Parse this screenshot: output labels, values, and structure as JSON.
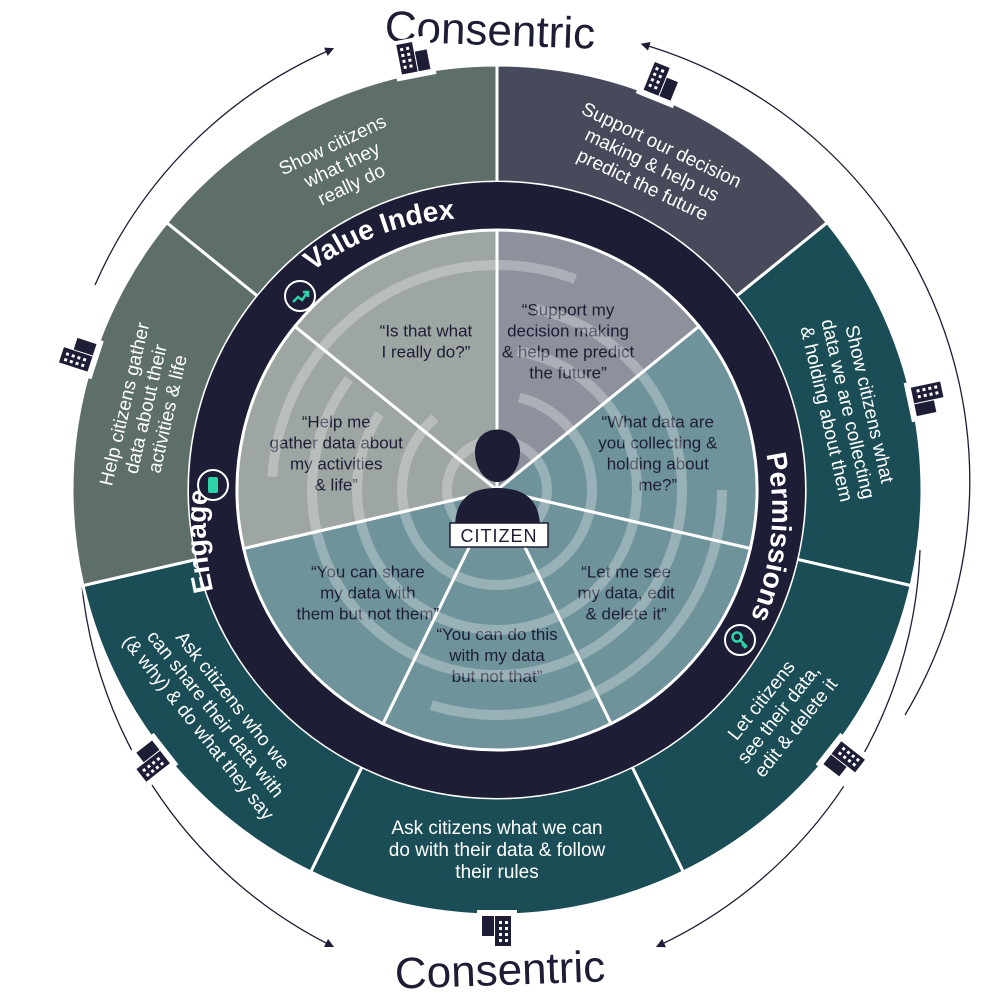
{
  "title_top": "Consentric",
  "title_bottom": "Consentric",
  "center_label": "CITIZEN",
  "ring_labels": {
    "value_index": "Value Index",
    "permissions": "Permissions",
    "engage": "Engage"
  },
  "outer_segments": [
    {
      "id": "support",
      "lines": [
        "Support our decision",
        "making & help us",
        "predict the future"
      ],
      "color": "#474a5a"
    },
    {
      "id": "show-data",
      "lines": [
        "Show citizens what",
        "data we are collecting",
        "& holding about them"
      ],
      "color": "#1b4d57"
    },
    {
      "id": "let-see",
      "lines": [
        "Let citizens",
        "see their data,",
        "edit & delete it"
      ],
      "color": "#1b4d57"
    },
    {
      "id": "ask-what",
      "lines": [
        "Ask citizens what we can",
        "do with their data & follow",
        "their rules"
      ],
      "color": "#1b4d57"
    },
    {
      "id": "ask-who",
      "lines": [
        "Ask citizens who we",
        "can share their data with",
        "(& why) & do what they say"
      ],
      "color": "#1b4d57"
    },
    {
      "id": "help-gather",
      "lines": [
        "Help citizens gather",
        "data about their",
        "activities & life"
      ],
      "color": "#5e6e69"
    },
    {
      "id": "show-do",
      "lines": [
        "Show citizens",
        "what they",
        "really do"
      ],
      "color": "#5e6e69"
    }
  ],
  "inner_segments": [
    {
      "id": "q-support",
      "lines": [
        "“Support my",
        "decision making",
        "& help me predict",
        "the future”"
      ],
      "color": "#8d919c"
    },
    {
      "id": "q-what-data",
      "lines": [
        "“What data are",
        "you collecting &",
        "holding about",
        "me?”"
      ],
      "color": "#6f939a"
    },
    {
      "id": "q-let-me",
      "lines": [
        "“Let me see",
        "my data, edit",
        "& delete it”"
      ],
      "color": "#6f939a"
    },
    {
      "id": "q-you-can",
      "lines": [
        "“You can do this",
        "with my data",
        "but not that”"
      ],
      "color": "#6f939a"
    },
    {
      "id": "q-share",
      "lines": [
        "“You can share",
        "my data with",
        "them but not them”"
      ],
      "color": "#6f939a"
    },
    {
      "id": "q-help",
      "lines": [
        "“Help me",
        "gather data about",
        "my activities",
        "& life”"
      ],
      "color": "#9ea6a3"
    },
    {
      "id": "q-really",
      "lines": [
        "“Is that what",
        "I really do?”"
      ],
      "color": "#9ea6a3"
    }
  ],
  "icons": {
    "building": "building-icon",
    "value_index": "chart-up-icon",
    "engage": "phone-icon",
    "permissions": "key-icon",
    "citizen": "person-icon"
  },
  "colors": {
    "ring": "#1d1d36",
    "accent": "#2dd4a8",
    "text_light": "#ffffff",
    "text_dark": "#1d1d36",
    "outer_arrows": "#1d1d36"
  }
}
